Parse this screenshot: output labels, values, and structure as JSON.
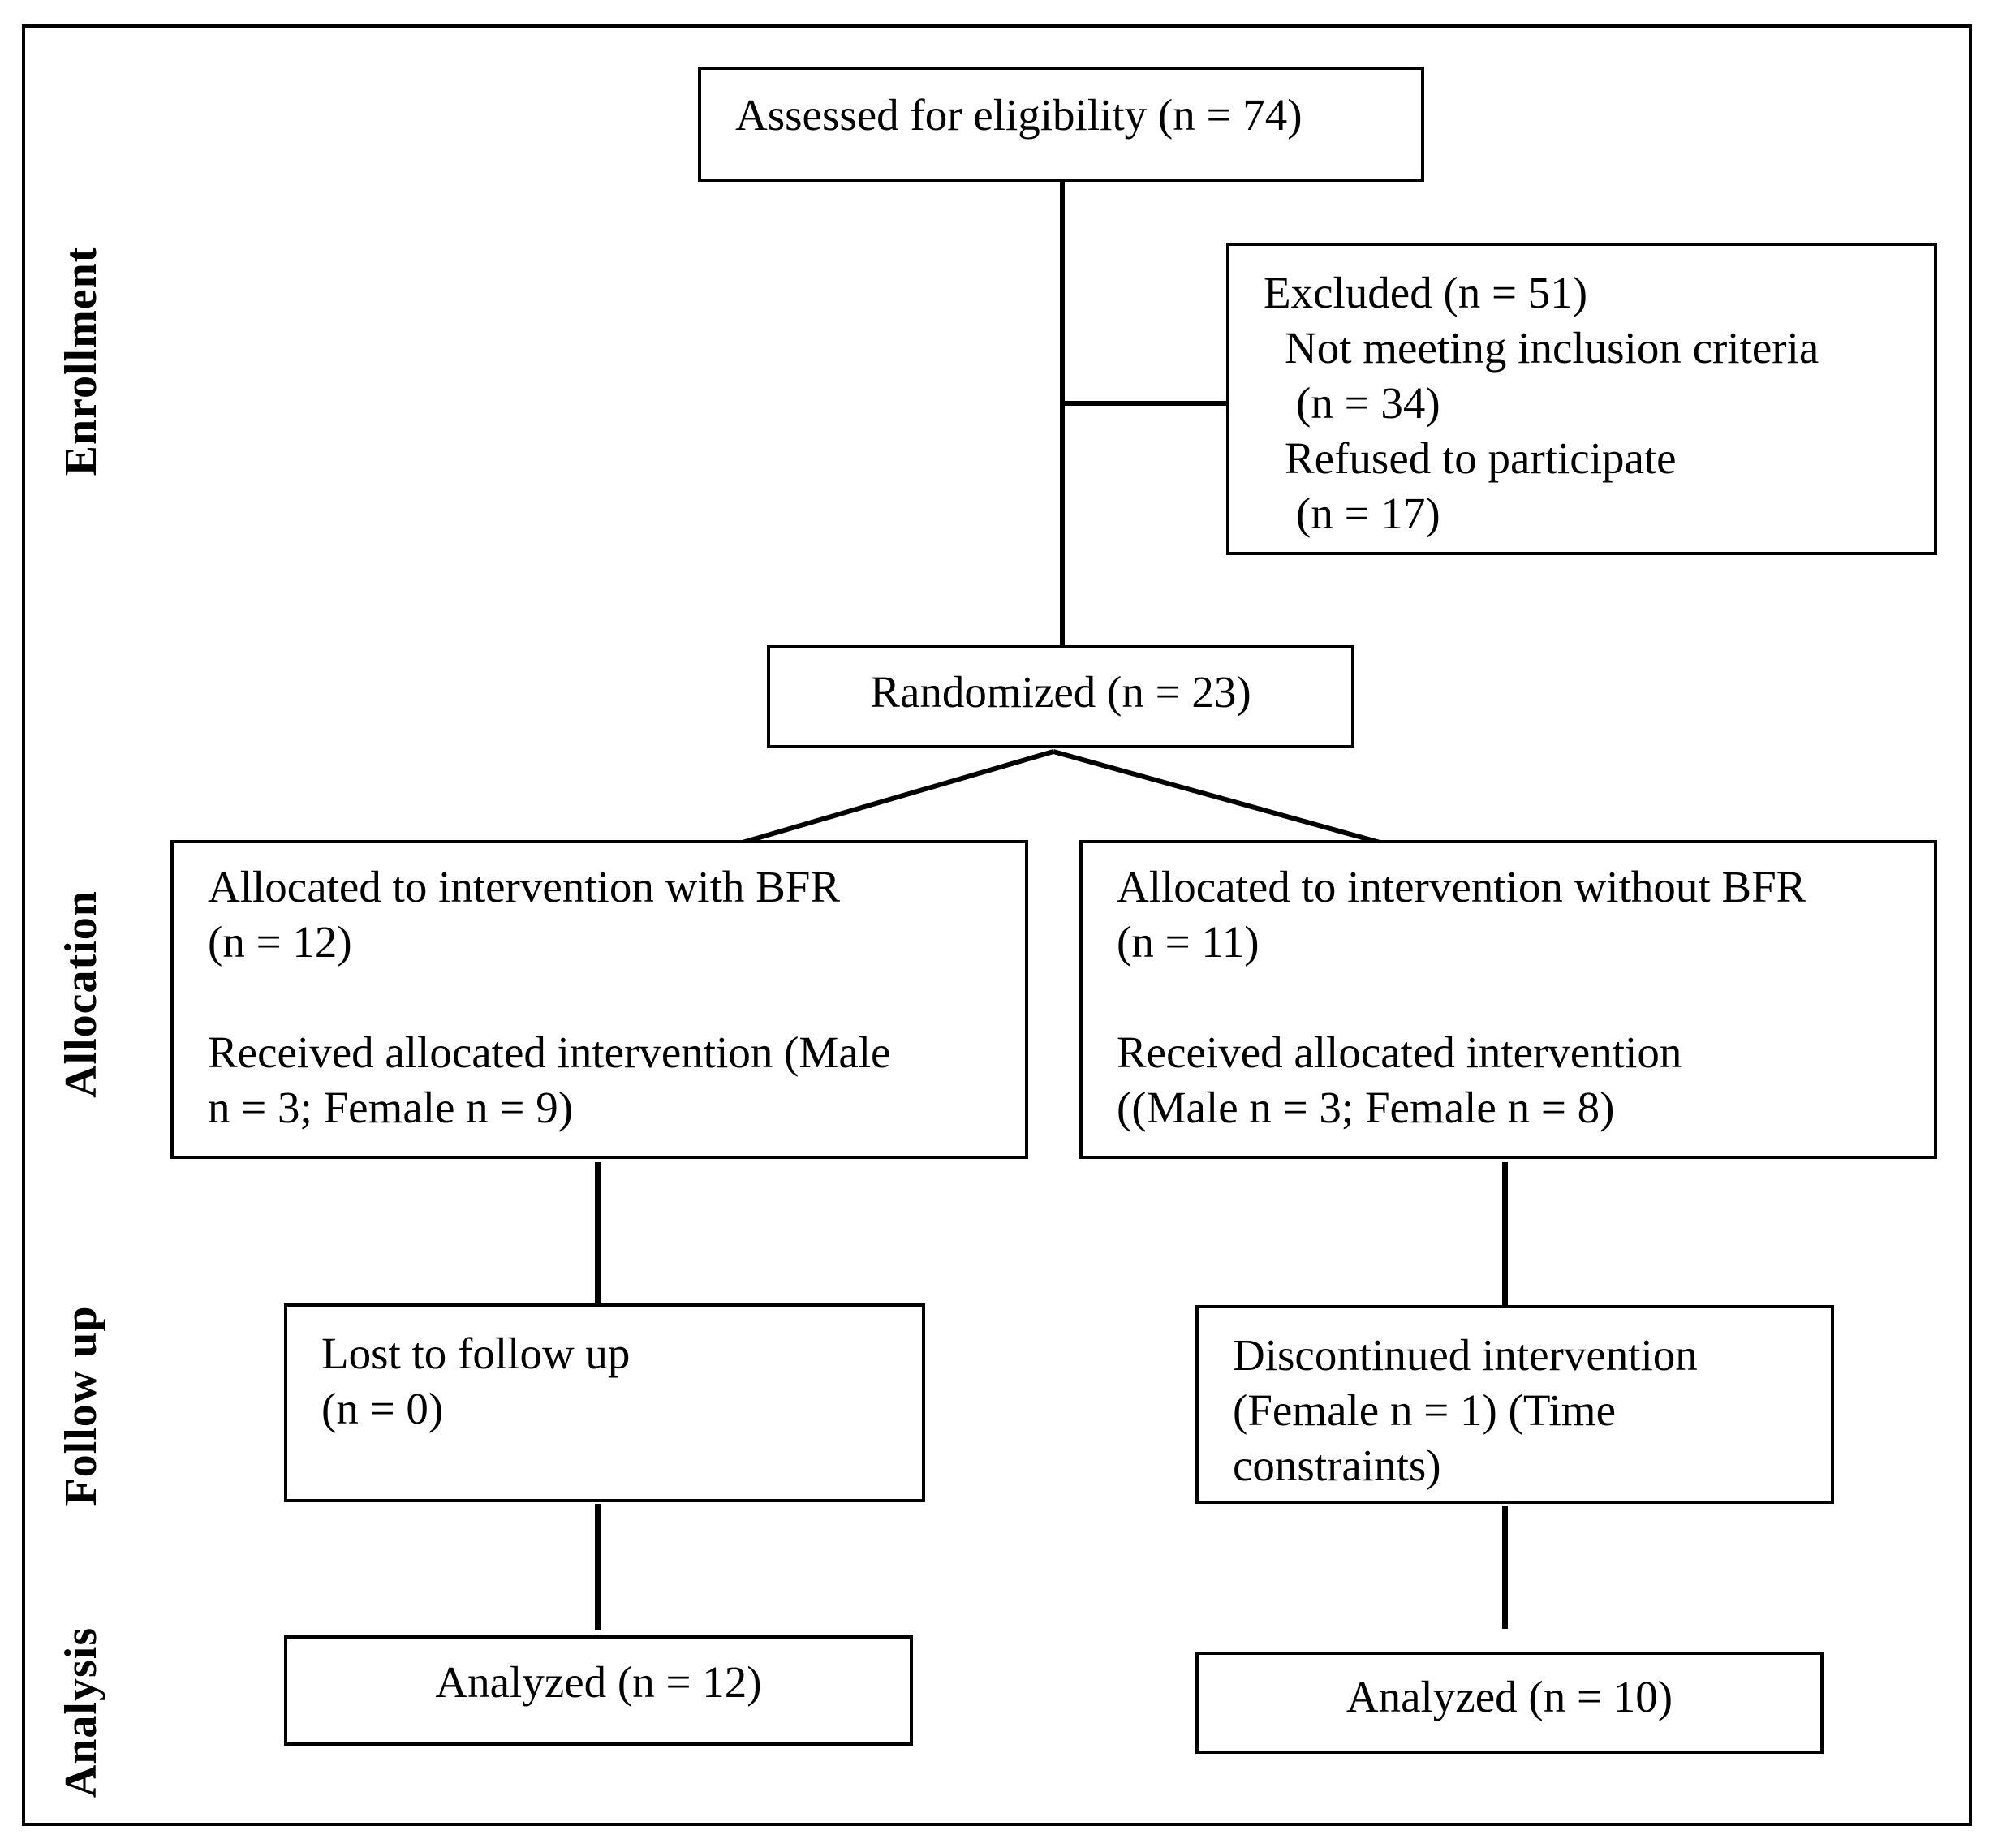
{
  "stages": {
    "enrollment": "Enrollment",
    "allocation": "Allocation",
    "follow_up": "Follow up",
    "analysis": "Analysis"
  },
  "boxes": {
    "assessed": "Assessed for eligibility (n = 74)",
    "excluded": {
      "title": "Excluded (n = 51)",
      "reason1": "Not meeting inclusion criteria",
      "reason1_n": "(n = 34)",
      "reason2": "Refused to participate",
      "reason2_n": "(n = 17)"
    },
    "randomized": "Randomized (n = 23)",
    "alloc_bfr": {
      "line1": "Allocated to intervention with BFR",
      "line2": "(n = 12)",
      "line3": "Received allocated intervention (Male",
      "line4": "n = 3; Female n = 9)"
    },
    "alloc_no_bfr": {
      "line1": "Allocated to intervention without BFR",
      "line2": "(n = 11)",
      "line3": "Received allocated intervention",
      "line4": "((Male n = 3; Female n = 8)"
    },
    "lost_followup": {
      "line1": "Lost to follow up",
      "line2": "(n = 0)"
    },
    "discontinued": {
      "line1": "Discontinued intervention",
      "line2": "(Female n = 1) (Time",
      "line3": "constraints)"
    },
    "analyzed_bfr": "Analyzed (n = 12)",
    "analyzed_no_bfr": "Analyzed (n = 10)"
  }
}
